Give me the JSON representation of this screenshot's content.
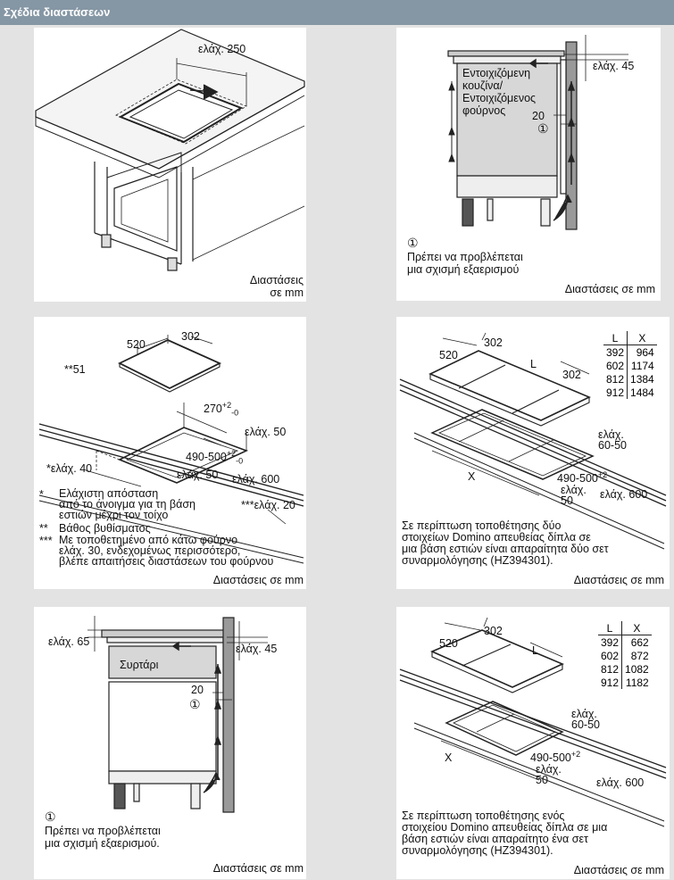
{
  "header": {
    "title": "Σχέδια διαστάσεων"
  },
  "p1": {
    "dim_top": "ελάχ. 250",
    "units": "Διαστάσεις\nσε mm"
  },
  "p2": {
    "min45": "ελάχ. 45",
    "label_oven": "Εντοιχιζόμενη\nκουζίνα/\nΕντοιχιζόμενος\nφούρνος",
    "n20": "20",
    "circle": "①",
    "note_num": "①",
    "note": "Πρέπει να προβλέπεται\nμια σχισμή εξαερισμού",
    "units": "Διαστάσεις σε mm"
  },
  "p3": {
    "d520": "520",
    "d302": "302",
    "d51": "**51",
    "d270": "270",
    "d270_sup": "+2",
    "d270_sub": "-0",
    "min50a": "ελάχ. 50",
    "d490": "490-500",
    "d490_sup": "+2",
    "d490_sub": "-0",
    "min40": "*ελάχ. 40",
    "min50b": "ελάχ. 50",
    "min600": "ελάχ. 600",
    "min20": "***ελάχ. 20",
    "notes": [
      {
        "mark": "*",
        "text": "Ελάχιστη απόσταση\nαπό το άνοιγμα για τη βάση\nεστιών μέχρι τον τοίχο"
      },
      {
        "mark": "**",
        "text": "Βάθος βυθίσματος"
      },
      {
        "mark": "***",
        "text": "Με τοποθετημένο από κάτω φούρνο\nελάχ. 30, ενδεχομένως περισσότερο,\nβλέπε απαιτήσεις διαστάσεων του φούρνου"
      }
    ],
    "units": "Διαστάσεις σε mm"
  },
  "p4": {
    "d520": "520",
    "d302a": "302",
    "dL": "L",
    "d302b": "302",
    "table": {
      "headers": [
        "L",
        "X"
      ],
      "rows": [
        [
          "392",
          "964"
        ],
        [
          "602",
          "1174"
        ],
        [
          "812",
          "1384"
        ],
        [
          "912",
          "1484"
        ]
      ]
    },
    "min6050": "ελάχ.\n60-50",
    "dX": "X",
    "d490": "490-500",
    "d490_sup": "+2",
    "min50": "ελάχ.\n50",
    "min600": "ελάχ. 600",
    "note": "Σε περίπτωση τοποθέτησης δύο\nστοιχείων Domino απευθείας δίπλα σε\nμια βάση εστιών είναι απαραίτητα δύο σετ\nσυναρμολόγησης (HZ394301).",
    "units": "Διαστάσεις σε mm"
  },
  "p5": {
    "min65": "ελάχ. 65",
    "min45": "ελάχ. 45",
    "drawer": "Συρτάρι",
    "n20": "20",
    "circle": "①",
    "note_num": "①",
    "note": "Πρέπει να προβλέπεται\nμια σχισμή εξαερισμού.",
    "units": "Διαστάσεις σε mm"
  },
  "p6": {
    "d520": "520",
    "d302": "302",
    "dL": "L",
    "table": {
      "headers": [
        "L",
        "X"
      ],
      "rows": [
        [
          "392",
          "662"
        ],
        [
          "602",
          "872"
        ],
        [
          "812",
          "1082"
        ],
        [
          "912",
          "1182"
        ]
      ]
    },
    "min6050": "ελάχ.\n60-50",
    "dX": "X",
    "d490": "490-500",
    "d490_sup": "+2",
    "min50": "ελάχ.\n50",
    "min600": "ελάχ. 600",
    "note": "Σε περίπτωση τοποθέτησης ενός\nστοιχείου Domino απευθείας δίπλα σε μια\nβάση εστιών είναι απαραίτητο ένα σετ\nσυναρμολόγησης (HZ394301).",
    "units": "Διαστάσεις σε mm"
  }
}
